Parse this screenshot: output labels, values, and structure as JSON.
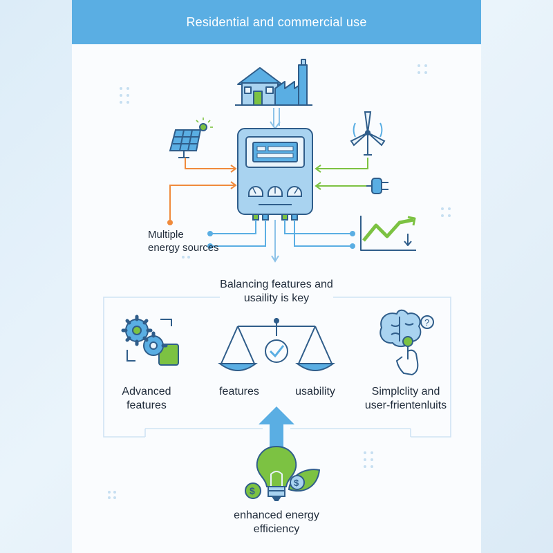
{
  "header": {
    "title": "Residential and commercial use"
  },
  "top": {
    "sources_label_line1": "Multiple",
    "sources_label_line2": "energy sources"
  },
  "balance": {
    "title_line1": "Balancing features and",
    "title_line2": "usaility is key",
    "advanced_line1": "Advanced",
    "advanced_line2": "features",
    "features_label": "features",
    "usability_label": "usability",
    "simplicity_line1": "Simplclity and",
    "simplicity_line2": "user-frientenluits"
  },
  "bottom": {
    "efficiency_line1": "enhanced energy",
    "efficiency_line2": "efficiency"
  },
  "colors": {
    "header": "#5aaee3",
    "orange": "#f08a3c",
    "green": "#7cc242",
    "blue": "#5aaee3",
    "outline": "#2f5d8a"
  },
  "icons": [
    "house-factory-icon",
    "solar-panel-icon",
    "wind-turbine-icon",
    "plug-icon",
    "energy-meter-icon",
    "trend-chart-icon",
    "gears-icon",
    "balance-scale-icon",
    "brain-touch-icon",
    "lightbulb-icon",
    "dollar-coin-icon",
    "up-arrow-icon"
  ]
}
